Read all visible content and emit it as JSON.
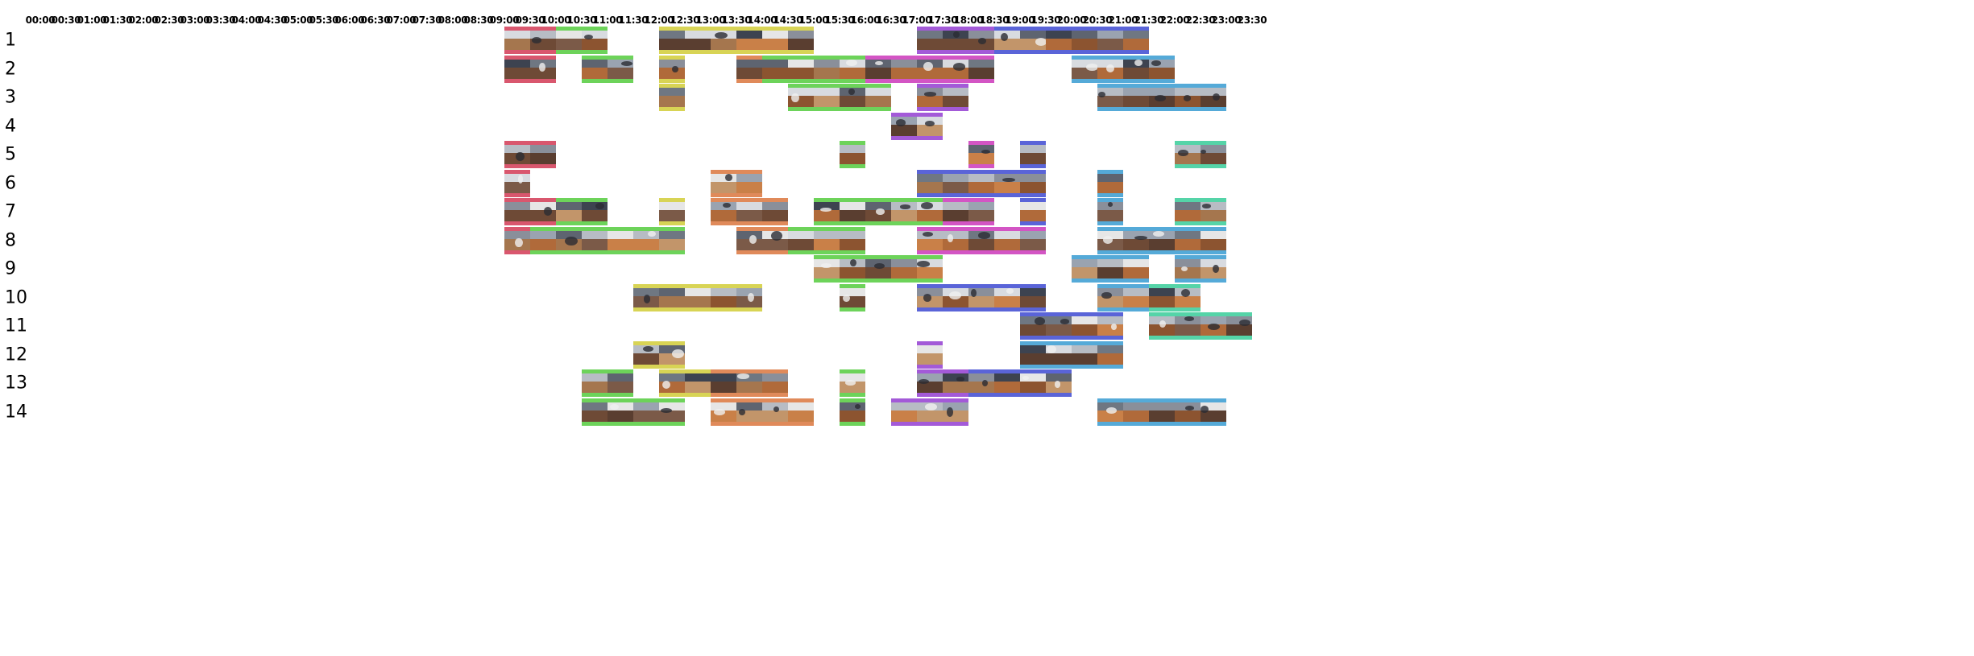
{
  "ticks": [
    "00:00",
    "00:30",
    "01:00",
    "01:30",
    "02:00",
    "02:30",
    "03:00",
    "03:30",
    "04:00",
    "04:30",
    "05:00",
    "05:30",
    "06:00",
    "06:30",
    "07:00",
    "07:30",
    "08:00",
    "08:30",
    "09:00",
    "09:30",
    "10:00",
    "10:30",
    "11:00",
    "11:30",
    "12:00",
    "12:30",
    "13:00",
    "13:30",
    "14:00",
    "14:30",
    "15:00",
    "15:30",
    "16:00",
    "16:30",
    "17:00",
    "17:30",
    "18:00",
    "18:30",
    "19:00",
    "19:30",
    "20:00",
    "20:30",
    "21:00",
    "21:30",
    "22:00",
    "22:30",
    "23:00",
    "23:30"
  ],
  "colors": {
    "red": "#d9576e",
    "green": "#6dd35a",
    "yellow": "#d8d455",
    "orange": "#e08a5a",
    "magenta": "#d355c4",
    "purple": "#a35ad8",
    "blue": "#5a64d8",
    "cyan": "#55aad8",
    "teal": "#55d4a8"
  },
  "rows": [
    {
      "label": "1",
      "clips": [
        {
          "start": "09:00",
          "end": "10:00",
          "color": "red"
        },
        {
          "start": "10:00",
          "end": "11:00",
          "color": "green"
        },
        {
          "start": "12:00",
          "end": "14:00",
          "color": "yellow"
        },
        {
          "start": "14:00",
          "end": "15:00",
          "color": "yellow"
        },
        {
          "start": "17:00",
          "end": "18:30",
          "color": "purple"
        },
        {
          "start": "18:30",
          "end": "21:30",
          "color": "blue"
        }
      ]
    },
    {
      "label": "2",
      "clips": [
        {
          "start": "09:00",
          "end": "10:00",
          "color": "red"
        },
        {
          "start": "10:30",
          "end": "11:30",
          "color": "green"
        },
        {
          "start": "12:00",
          "end": "12:30",
          "color": "yellow"
        },
        {
          "start": "13:30",
          "end": "14:00",
          "color": "orange"
        },
        {
          "start": "14:00",
          "end": "16:00",
          "color": "green"
        },
        {
          "start": "16:00",
          "end": "18:30",
          "color": "magenta"
        },
        {
          "start": "20:00",
          "end": "22:00",
          "color": "cyan"
        }
      ]
    },
    {
      "label": "3",
      "clips": [
        {
          "start": "12:00",
          "end": "12:30",
          "color": "yellow"
        },
        {
          "start": "14:30",
          "end": "16:30",
          "color": "green"
        },
        {
          "start": "17:00",
          "end": "18:00",
          "color": "purple"
        },
        {
          "start": "20:30",
          "end": "23:00",
          "color": "cyan"
        }
      ]
    },
    {
      "label": "4",
      "clips": [
        {
          "start": "16:30",
          "end": "17:30",
          "color": "purple"
        }
      ]
    },
    {
      "label": "5",
      "clips": [
        {
          "start": "09:00",
          "end": "10:00",
          "color": "red"
        },
        {
          "start": "15:30",
          "end": "16:00",
          "color": "green"
        },
        {
          "start": "18:00",
          "end": "18:30",
          "color": "magenta"
        },
        {
          "start": "19:00",
          "end": "19:30",
          "color": "blue"
        },
        {
          "start": "22:00",
          "end": "23:00",
          "color": "teal"
        }
      ]
    },
    {
      "label": "6",
      "clips": [
        {
          "start": "09:00",
          "end": "09:30",
          "color": "red"
        },
        {
          "start": "13:00",
          "end": "14:00",
          "color": "orange"
        },
        {
          "start": "17:00",
          "end": "19:30",
          "color": "blue"
        },
        {
          "start": "20:30",
          "end": "21:00",
          "color": "cyan"
        }
      ]
    },
    {
      "label": "7",
      "clips": [
        {
          "start": "09:00",
          "end": "10:00",
          "color": "red"
        },
        {
          "start": "10:00",
          "end": "11:00",
          "color": "green"
        },
        {
          "start": "12:00",
          "end": "12:30",
          "color": "yellow"
        },
        {
          "start": "13:00",
          "end": "14:30",
          "color": "orange"
        },
        {
          "start": "15:00",
          "end": "17:30",
          "color": "green"
        },
        {
          "start": "17:30",
          "end": "18:30",
          "color": "magenta"
        },
        {
          "start": "19:00",
          "end": "19:30",
          "color": "blue"
        },
        {
          "start": "20:30",
          "end": "21:00",
          "color": "cyan"
        },
        {
          "start": "22:00",
          "end": "23:00",
          "color": "teal"
        }
      ]
    },
    {
      "label": "8",
      "clips": [
        {
          "start": "09:00",
          "end": "09:30",
          "color": "red"
        },
        {
          "start": "09:30",
          "end": "12:30",
          "color": "green"
        },
        {
          "start": "13:30",
          "end": "14:30",
          "color": "orange"
        },
        {
          "start": "14:30",
          "end": "16:00",
          "color": "green"
        },
        {
          "start": "17:00",
          "end": "19:30",
          "color": "magenta"
        },
        {
          "start": "20:30",
          "end": "23:00",
          "color": "cyan"
        }
      ]
    },
    {
      "label": "9",
      "clips": [
        {
          "start": "15:00",
          "end": "17:30",
          "color": "green"
        },
        {
          "start": "20:00",
          "end": "21:30",
          "color": "cyan"
        },
        {
          "start": "22:00",
          "end": "23:00",
          "color": "cyan"
        }
      ]
    },
    {
      "label": "10",
      "clips": [
        {
          "start": "11:30",
          "end": "14:00",
          "color": "yellow"
        },
        {
          "start": "15:30",
          "end": "16:00",
          "color": "green"
        },
        {
          "start": "17:00",
          "end": "19:30",
          "color": "blue"
        },
        {
          "start": "20:30",
          "end": "21:30",
          "color": "cyan"
        },
        {
          "start": "21:30",
          "end": "22:30",
          "color": "teal"
        }
      ]
    },
    {
      "label": "11",
      "clips": [
        {
          "start": "19:00",
          "end": "21:00",
          "color": "blue"
        },
        {
          "start": "21:30",
          "end": "23:30",
          "color": "teal"
        }
      ]
    },
    {
      "label": "12",
      "clips": [
        {
          "start": "11:30",
          "end": "12:30",
          "color": "yellow"
        },
        {
          "start": "17:00",
          "end": "17:30",
          "color": "purple"
        },
        {
          "start": "19:00",
          "end": "21:00",
          "color": "cyan"
        }
      ]
    },
    {
      "label": "13",
      "clips": [
        {
          "start": "10:30",
          "end": "11:30",
          "color": "green"
        },
        {
          "start": "12:00",
          "end": "13:00",
          "color": "yellow"
        },
        {
          "start": "13:00",
          "end": "14:30",
          "color": "orange"
        },
        {
          "start": "15:30",
          "end": "16:00",
          "color": "green"
        },
        {
          "start": "17:00",
          "end": "18:00",
          "color": "purple"
        },
        {
          "start": "18:00",
          "end": "20:00",
          "color": "blue"
        }
      ]
    },
    {
      "label": "14",
      "clips": [
        {
          "start": "10:30",
          "end": "12:30",
          "color": "green"
        },
        {
          "start": "13:00",
          "end": "15:00",
          "color": "orange"
        },
        {
          "start": "15:30",
          "end": "16:00",
          "color": "green"
        },
        {
          "start": "16:30",
          "end": "18:00",
          "color": "purple"
        },
        {
          "start": "20:30",
          "end": "23:00",
          "color": "cyan"
        }
      ]
    }
  ]
}
